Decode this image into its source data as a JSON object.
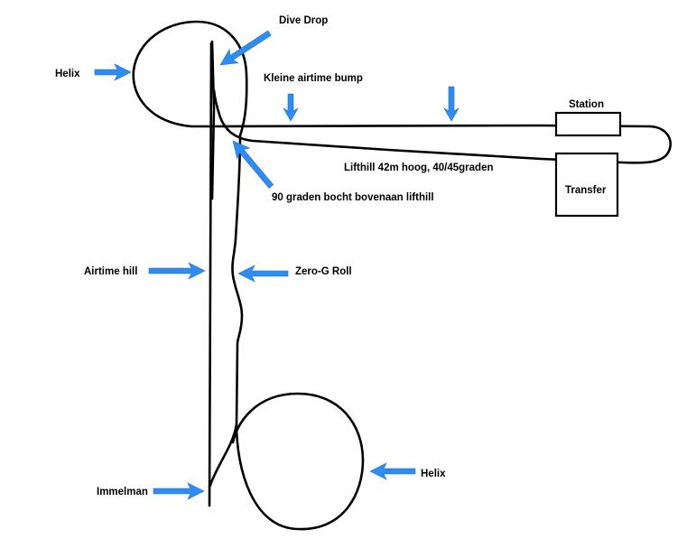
{
  "labels": {
    "dive_drop": "Dive Drop",
    "helix_top": "Helix",
    "airtime_bump": "Kleine airtime bump",
    "station": "Station",
    "lifthill": "Lifthill 42m hoog, 40/45graden",
    "transfer": "Transfer",
    "turn_90": "90 graden bocht bovenaan lifthill",
    "airtime_hill": "Airtime hill",
    "zero_g_roll": "Zero-G Roll",
    "helix_bottom": "Helix",
    "immelman": "Immelman"
  },
  "colors": {
    "arrow": "#2f8cf0",
    "line": "#000000"
  }
}
